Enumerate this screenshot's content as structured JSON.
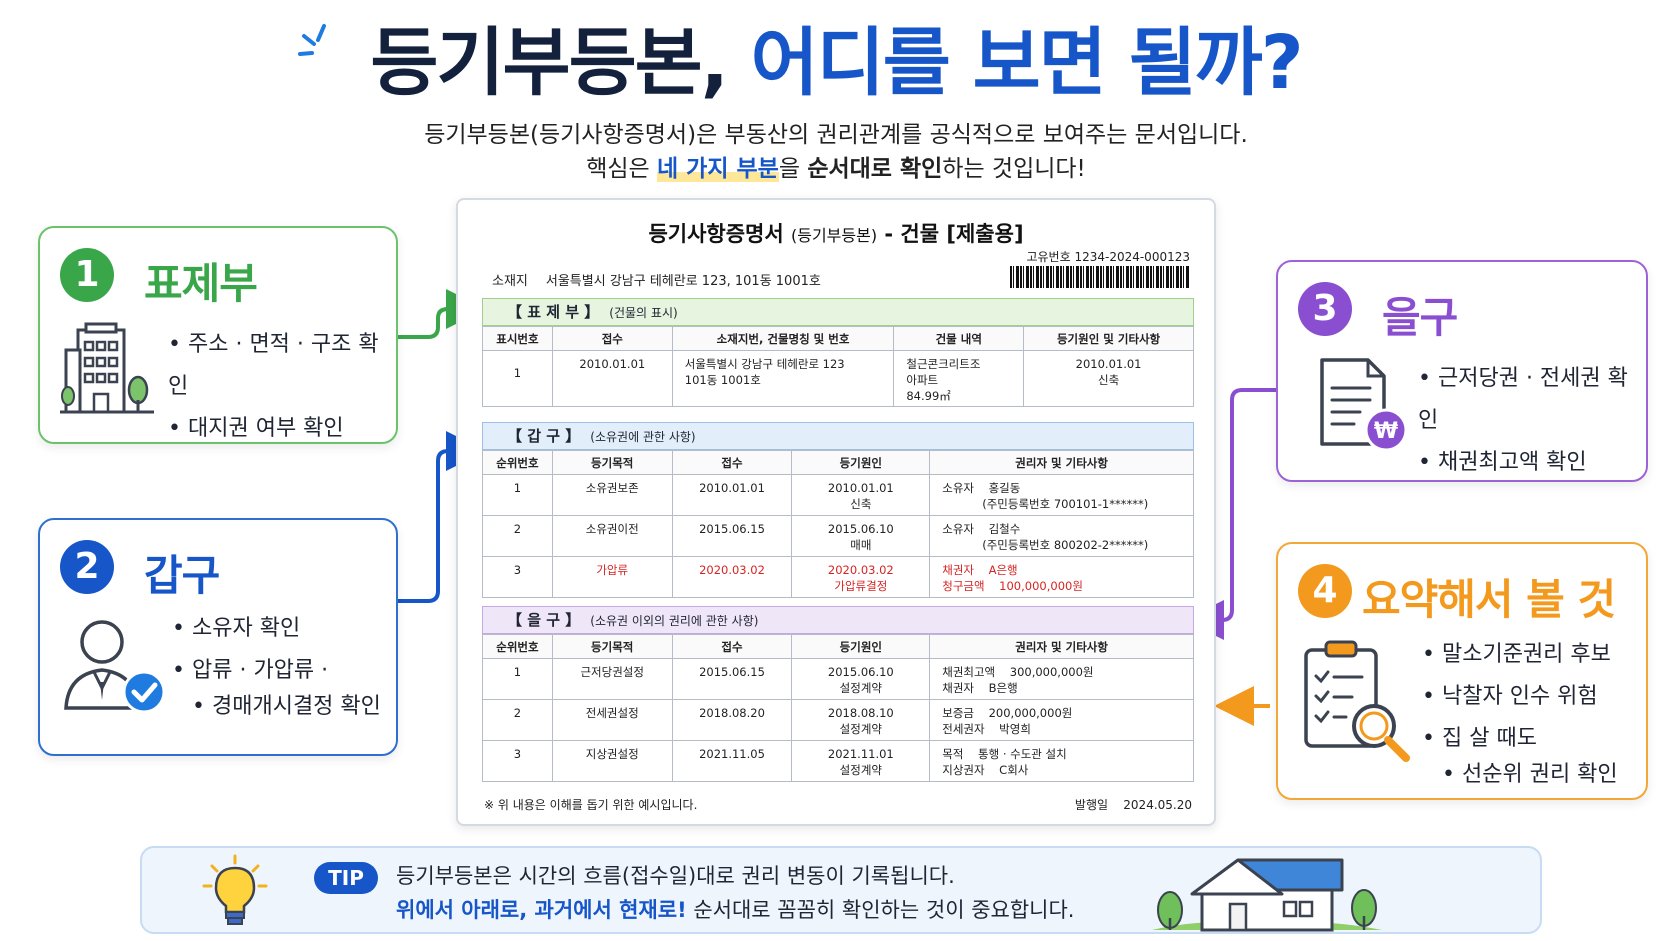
{
  "header": {
    "title_dark": "등기부등본,",
    "title_blue": "어디를 보면 될까?",
    "sub1": "등기부등본(등기사항증명서)은 부동산의 권리관계를 공식적으로 보여주는 문서입니다.",
    "sub2_pre": "핵심은 ",
    "sub2_hl": "네 가지 부분",
    "sub2_mid": "을 ",
    "sub2_bold": "순서대로 확인",
    "sub2_post": "하는 것입니다!"
  },
  "cards": {
    "c1": {
      "num": "1",
      "title": "표제부",
      "b1": "주소 · 면적 · 구조 확인",
      "b2": "대지권 여부 확인"
    },
    "c2": {
      "num": "2",
      "title": "갑구",
      "b1": "소유자 확인",
      "b2a": "압류 · 가압류 ·",
      "b2b": "경매개시결정 확인"
    },
    "c3": {
      "num": "3",
      "title": "을구",
      "b1": "근저당권 · 전세권 확인",
      "b2": "채권최고액 확인"
    },
    "c4": {
      "num": "4",
      "title": "요약해서 볼 것",
      "b1": "말소기준권리 후보",
      "b2": "낙찰자 인수 위험",
      "b3a": "집 살 때도",
      "b3b": "선순위 권리 확인"
    }
  },
  "colors": {
    "green": "#3aa64a",
    "blue": "#1656c8",
    "purple": "#8a4fd0",
    "orange": "#f39a1e",
    "red": "#d62424"
  },
  "doc": {
    "title": "등기사항증명서",
    "title_small": "(등기부등본)",
    "title_rest": "- 건물 [제출용]",
    "uid": "고유번호 1234-2024-000123",
    "loc_label": "소재지",
    "loc_value": "서울특별시 강남구 테헤란로 123, 101동 1001호",
    "s1": {
      "head": "【 표 제 부 】",
      "note": "(건물의 표시)",
      "cols": [
        "표시번호",
        "접수",
        "소재지번, 건물명칭 및 번호",
        "건물 내역",
        "등기원인 및 기타사항"
      ],
      "row": {
        "c0": "1",
        "c1": "2010.01.01",
        "c2a": "서울특별시 강남구 테헤란로 123",
        "c2b": "101동 1001호",
        "c3a": "철근콘크리트조",
        "c3b": "아파트",
        "c3c": "84.99㎡",
        "c4a": "2010.01.01",
        "c4b": "신축"
      }
    },
    "s2": {
      "head": "【 갑 구 】",
      "note": "(소유권에 관한 사항)",
      "cols": [
        "순위번호",
        "등기목적",
        "접수",
        "등기원인",
        "권리자 및 기타사항"
      ],
      "rows": [
        {
          "c0": "1",
          "c1": "소유권보존",
          "c2": "2010.01.01",
          "c3a": "2010.01.01",
          "c3b": "신축",
          "c4a": "소유자    홍길동",
          "c4b": "(주민등록번호 700101-1******)"
        },
        {
          "c0": "2",
          "c1": "소유권이전",
          "c2": "2015.06.15",
          "c3a": "2015.06.10",
          "c3b": "매매",
          "c4a": "소유자    김철수",
          "c4b": "(주민등록번호 800202-2******)"
        },
        {
          "c0": "3",
          "c1": "가압류",
          "c2": "2020.03.02",
          "c3a": "2020.03.02",
          "c3b": "가압류결정",
          "c4a": "채권자    A은행",
          "c4b": "청구금액    100,000,000원"
        }
      ]
    },
    "s3": {
      "head": "【 을 구 】",
      "note": "(소유권 이외의 권리에 관한 사항)",
      "cols": [
        "순위번호",
        "등기목적",
        "접수",
        "등기원인",
        "권리자 및 기타사항"
      ],
      "rows": [
        {
          "c0": "1",
          "c1": "근저당권설정",
          "c2": "2015.06.15",
          "c3a": "2015.06.10",
          "c3b": "설정계약",
          "c4a": "채권최고액    300,000,000원",
          "c4b": "채권자    B은행"
        },
        {
          "c0": "2",
          "c1": "전세권설정",
          "c2": "2018.08.20",
          "c3a": "2018.08.10",
          "c3b": "설정계약",
          "c4a": "보증금    200,000,000원",
          "c4b": "전세권자    박영희"
        },
        {
          "c0": "3",
          "c1": "지상권설정",
          "c2": "2021.11.05",
          "c3a": "2021.11.01",
          "c3b": "설정계약",
          "c4a": "목적    통행 · 수도관 설치",
          "c4b": "지상권자    C회사"
        }
      ]
    },
    "foot_note": "※ 위 내용은 이해를 돕기 위한 예시입니다.",
    "foot_date": "발행일    2024.05.20"
  },
  "tip": {
    "badge": "TIP",
    "line1": "등기부등본은 시간의 흐름(접수일)대로 권리 변동이 기록됩니다.",
    "line2_blue": "위에서 아래로, 과거에서 현재로!",
    "line2_rest": " 순서대로 꼼꼼히 확인하는 것이 중요합니다."
  },
  "icons": [
    "building-icon",
    "person-check-icon",
    "document-won-icon",
    "clipboard-magnifier-icon",
    "lightbulb-icon",
    "house-icon",
    "sparkle-icon"
  ]
}
